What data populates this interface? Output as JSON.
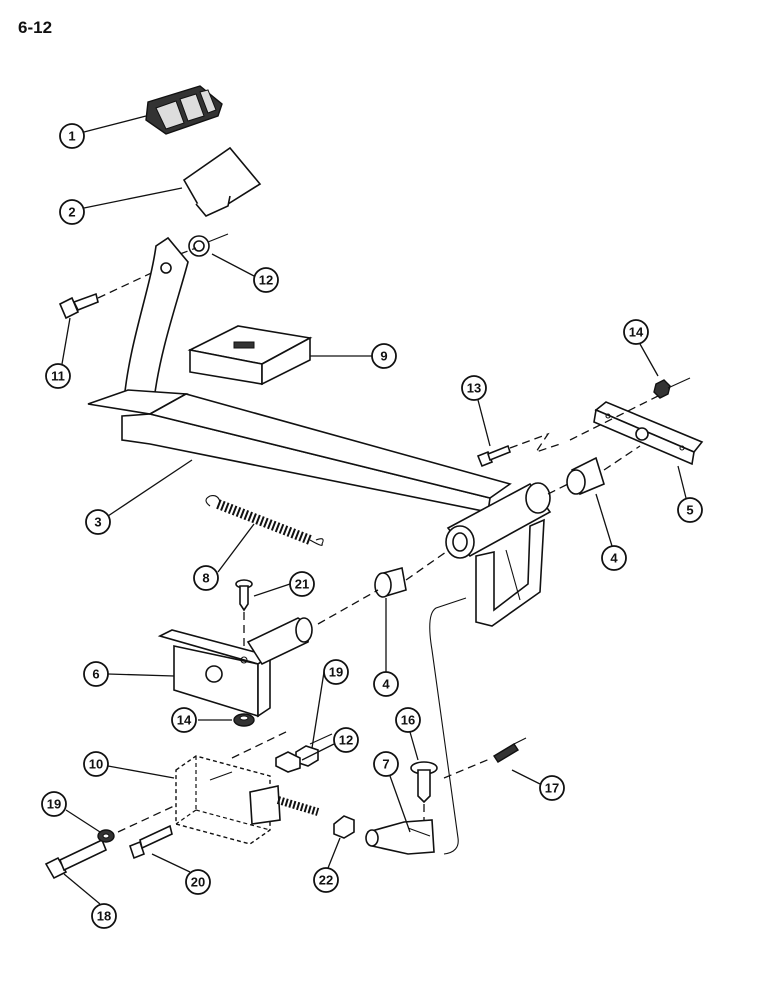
{
  "page": {
    "label": "6-12"
  },
  "callouts": [
    {
      "id": "c1",
      "label": "1"
    },
    {
      "id": "c2",
      "label": "2"
    },
    {
      "id": "c3",
      "label": "3"
    },
    {
      "id": "c4a",
      "label": "4"
    },
    {
      "id": "c4b",
      "label": "4"
    },
    {
      "id": "c5",
      "label": "5"
    },
    {
      "id": "c6",
      "label": "6"
    },
    {
      "id": "c7",
      "label": "7"
    },
    {
      "id": "c8",
      "label": "8"
    },
    {
      "id": "c9",
      "label": "9"
    },
    {
      "id": "c10",
      "label": "10"
    },
    {
      "id": "c11",
      "label": "11"
    },
    {
      "id": "c12a",
      "label": "12"
    },
    {
      "id": "c12b",
      "label": "12"
    },
    {
      "id": "c13",
      "label": "13"
    },
    {
      "id": "c14a",
      "label": "14"
    },
    {
      "id": "c14b",
      "label": "14"
    },
    {
      "id": "c16",
      "label": "16"
    },
    {
      "id": "c17",
      "label": "17"
    },
    {
      "id": "c18",
      "label": "18"
    },
    {
      "id": "c19a",
      "label": "19"
    },
    {
      "id": "c19b",
      "label": "19"
    },
    {
      "id": "c20",
      "label": "20"
    },
    {
      "id": "c21",
      "label": "21"
    },
    {
      "id": "c22",
      "label": "22"
    }
  ]
}
